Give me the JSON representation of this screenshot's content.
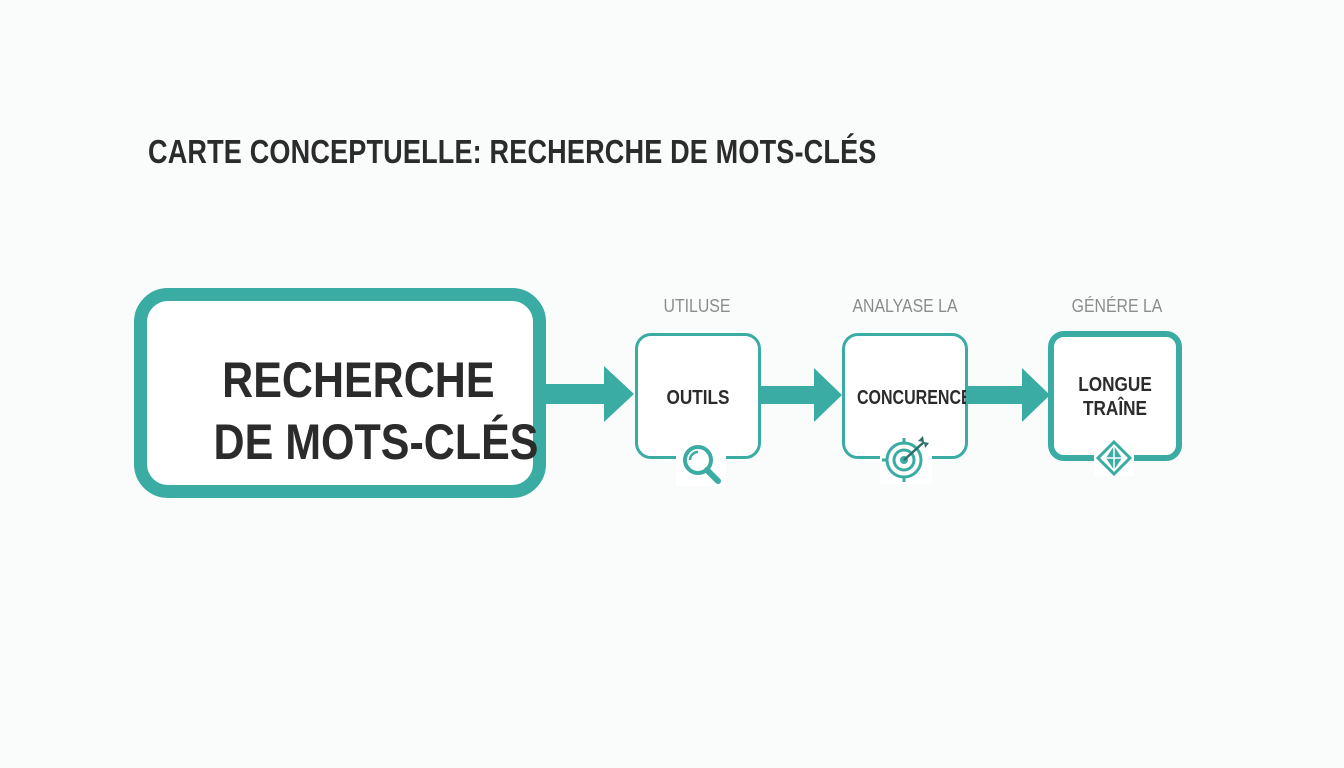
{
  "title": "CARTE CONCEPTUELLE: RECHERCHE DE MOTS-CLÉS",
  "colors": {
    "accent": "#3aaca3",
    "text": "#2b2b2b",
    "muted": "#8c8c8c",
    "background": "#fafbfb"
  },
  "central_node": {
    "line1": "RECHERCHE",
    "line2": "DE MOTS-CLÉS"
  },
  "steps": [
    {
      "relation": "UTILUSE",
      "label": "OUTILS",
      "icon": "magnifier-icon"
    },
    {
      "relation": "ANALYASE LA",
      "label": "CONCURENCE",
      "icon": "target-icon"
    },
    {
      "relation": "GÉNÉRE LA",
      "label_line1": "LONGUE",
      "label_line2": "TRAÎNE",
      "icon": "diamond-icon"
    }
  ]
}
